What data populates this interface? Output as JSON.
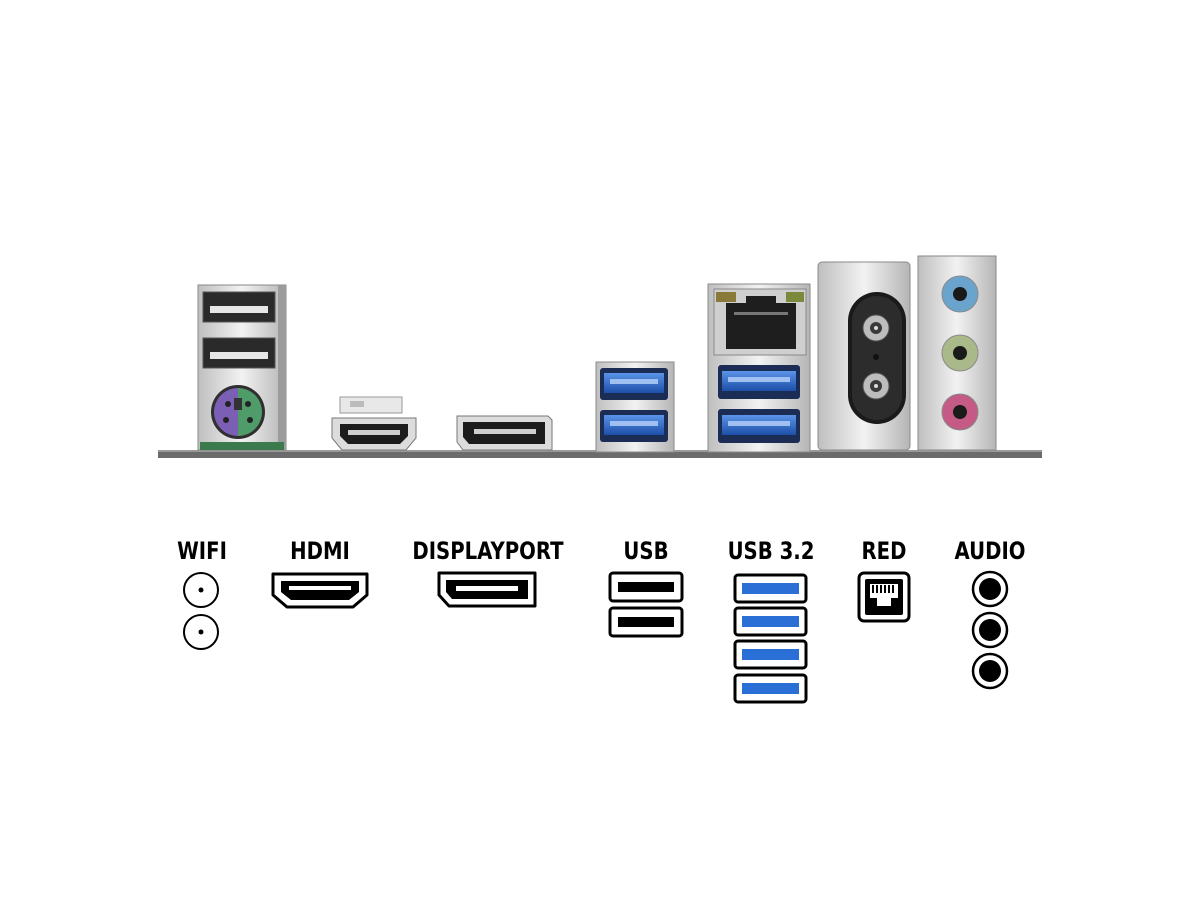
{
  "labels": {
    "wifi": "WIFI",
    "hdmi": "HDMI",
    "displayport": "DISPLAYPORT",
    "usb": "USB",
    "usb32": "USB 3.2",
    "red": "RED",
    "audio": "AUDIO"
  },
  "counts": {
    "wifi_antennas": 2,
    "hdmi": 1,
    "displayport": 1,
    "usb": 2,
    "usb32": 4,
    "red": 1,
    "audio": 3
  },
  "colors": {
    "usb3_blue": "#2a6fd6",
    "ps2_purple": "#7a5fb5",
    "ps2_green": "#4f9c6a",
    "audio_blue": "#6aa3cc",
    "audio_green": "#a9b98a",
    "audio_pink": "#c45b86",
    "bracket_silver": "#d9d9d9",
    "board_gray": "#6b6b6b"
  }
}
